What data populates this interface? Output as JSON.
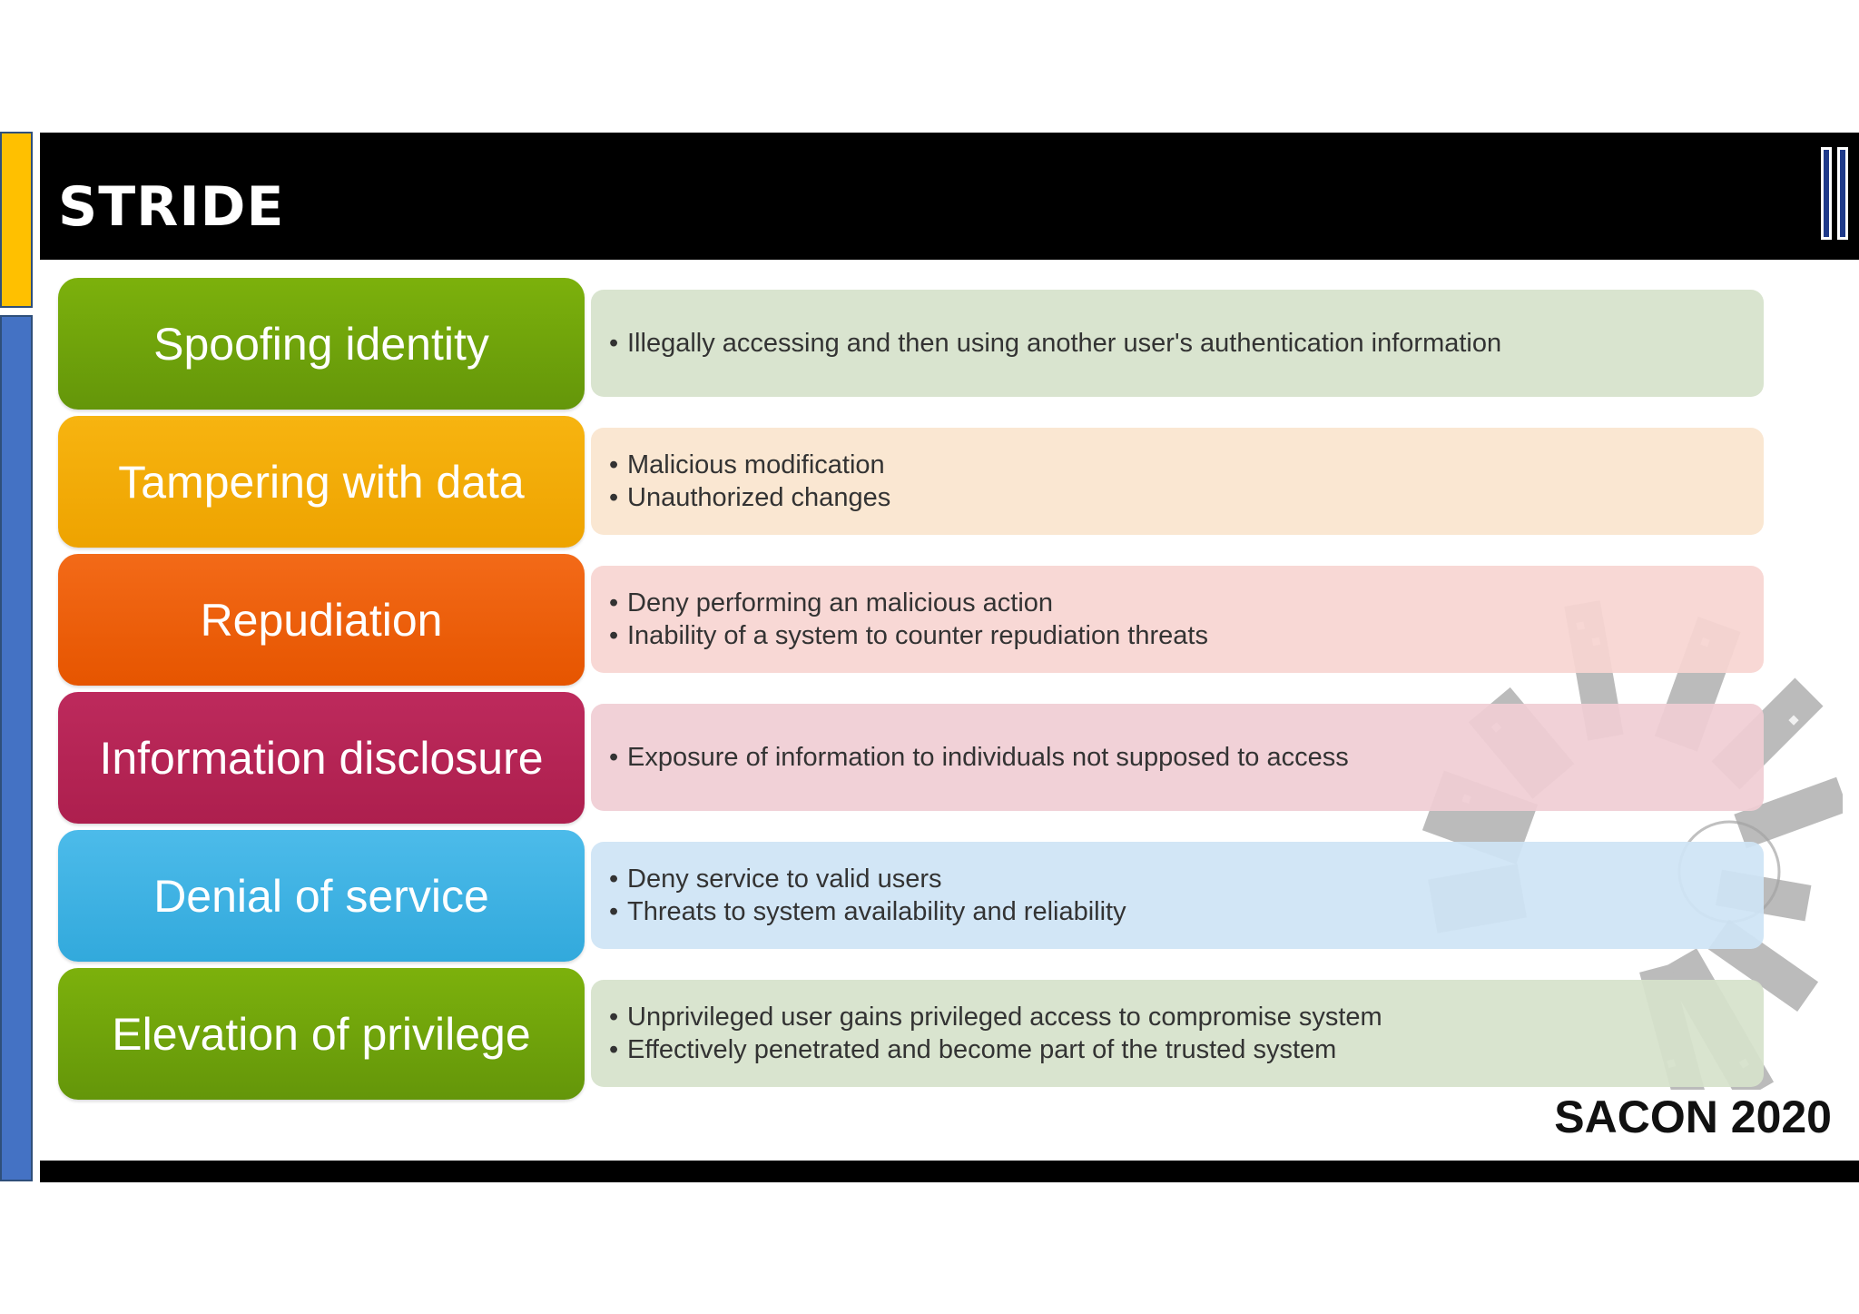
{
  "title": "STRIDE",
  "brand": "SACON 2020",
  "colors": {
    "green": "#70a400",
    "orange": "#f5aa00",
    "red_orange": "#f0600e",
    "crimson": "#b72557",
    "sky_blue": "#3fb2e4",
    "accent_yellow": "#ffc000",
    "accent_blue": "#4472c4"
  },
  "rows": [
    {
      "label": "Spoofing identity",
      "bullets": [
        "Illegally accessing and then using another user's authentication information"
      ]
    },
    {
      "label": "Tampering with data",
      "bullets": [
        "Malicious modification",
        "Unauthorized changes"
      ]
    },
    {
      "label": "Repudiation",
      "bullets": [
        "Deny performing an malicious action",
        "Inability of a system to counter repudiation threats"
      ]
    },
    {
      "label": "Information disclosure",
      "bullets": [
        "Exposure of information to individuals not supposed to access"
      ]
    },
    {
      "label": "Denial of service",
      "bullets": [
        "Deny service to valid users",
        "Threats to system availability and reliability"
      ]
    },
    {
      "label": "Elevation of privilege",
      "bullets": [
        "Unprivileged user gains privileged access to compromise system",
        "Effectively penetrated and become part of the trusted system"
      ]
    }
  ]
}
